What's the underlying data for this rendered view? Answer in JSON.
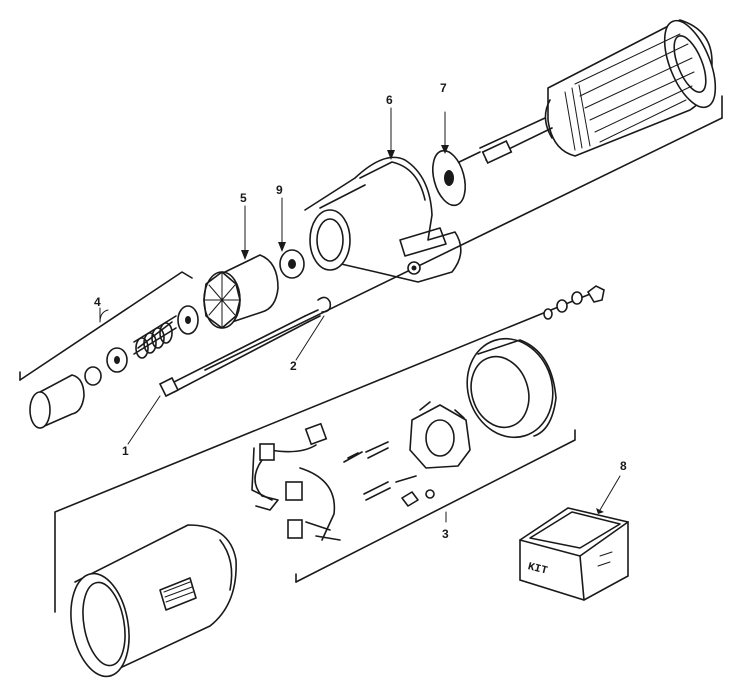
{
  "labels": {
    "p1": "1",
    "p2": "2",
    "p3": "3",
    "p4": "4",
    "p5": "5",
    "p6": "6",
    "p7": "7",
    "p8": "8",
    "p9": "9"
  },
  "kit_box_text": "KIT"
}
